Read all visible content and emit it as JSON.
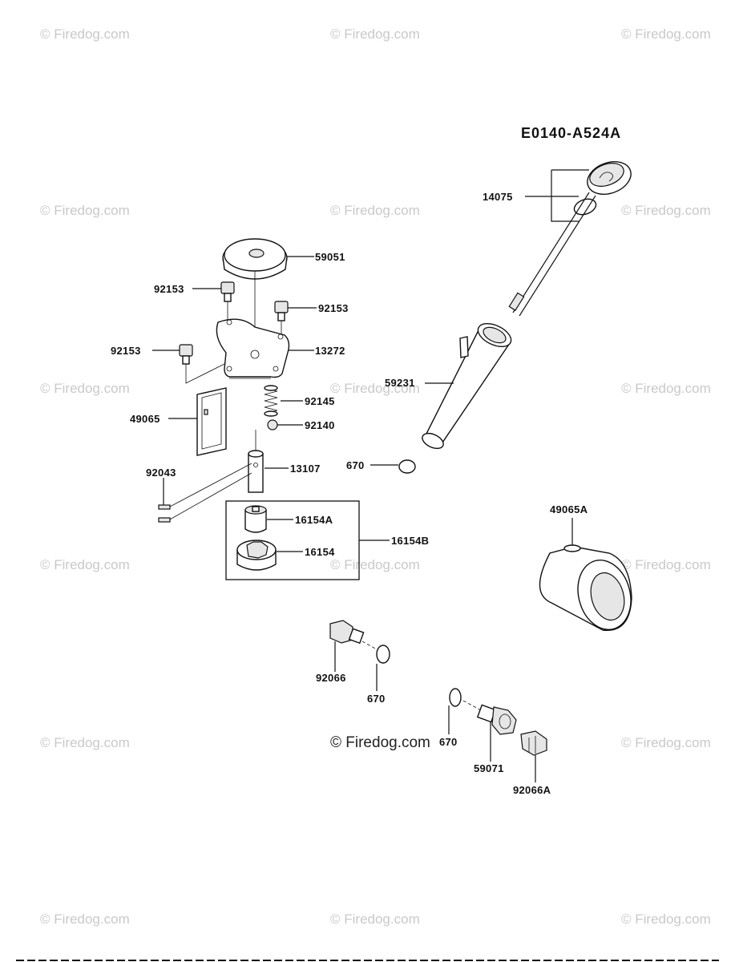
{
  "diagram_code": "E0140-A524A",
  "watermark": "© Firedog.com",
  "watermark_center": "© Firedog.com",
  "part_labels": {
    "p14075": "14075",
    "p59051": "59051",
    "p92153_a": "92153",
    "p92153_b": "92153",
    "p92153_c": "92153",
    "p13272": "13272",
    "p59231": "59231",
    "p92145": "92145",
    "p49065": "49065",
    "p92140": "92140",
    "p92043": "92043",
    "p13107": "13107",
    "p670_a": "670",
    "p16154A": "16154A",
    "p16154B": "16154B",
    "p16154": "16154",
    "p49065A": "49065A",
    "p92066": "92066",
    "p670_b": "670",
    "p670_c": "670",
    "p59071": "59071",
    "p92066A": "92066A"
  },
  "bottom_rule_color": "#111111"
}
